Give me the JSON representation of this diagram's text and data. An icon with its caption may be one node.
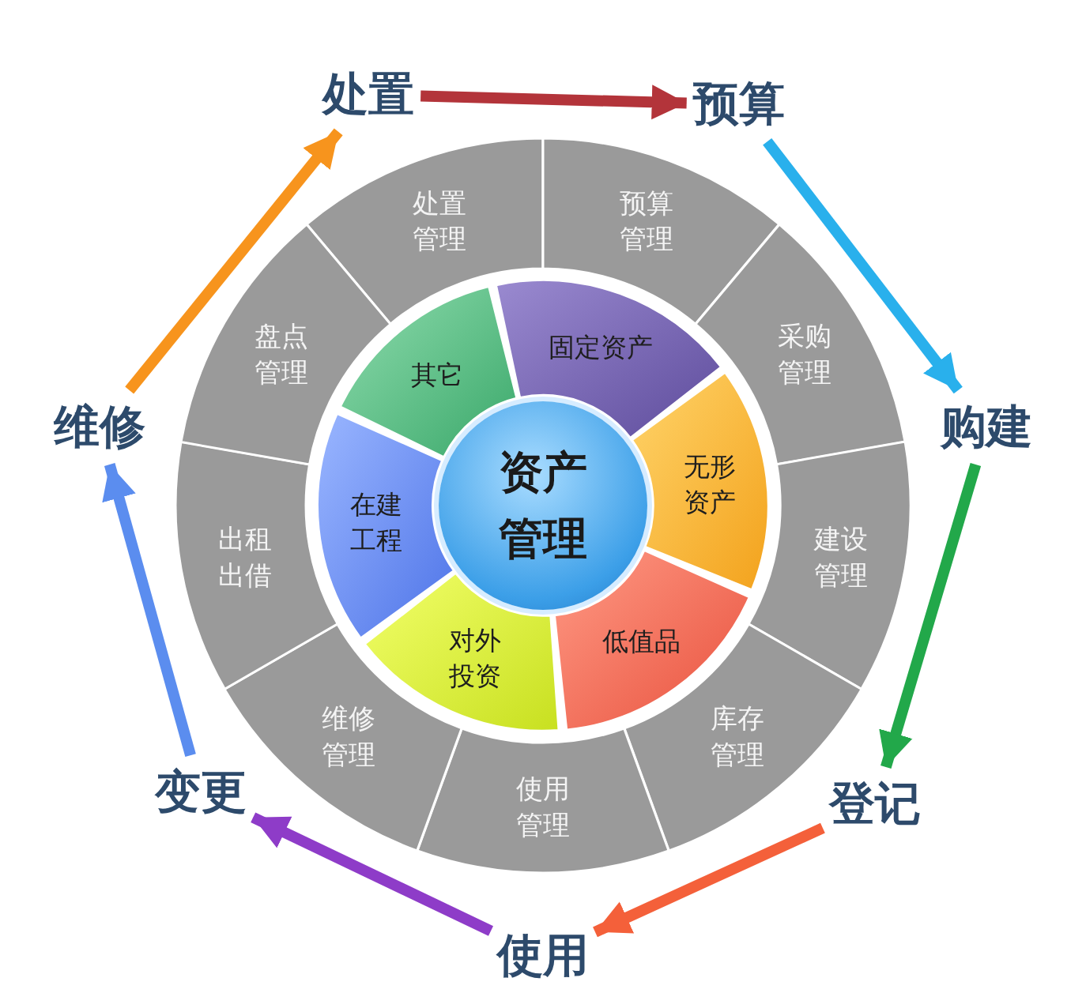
{
  "diagram": {
    "nodes": [
      {
        "text": [
          "处置"
        ]
      },
      {
        "text": [
          "预算"
        ]
      },
      {
        "text": [
          "购建"
        ]
      },
      {
        "text": [
          "登记"
        ]
      },
      {
        "text": [
          "使用"
        ]
      },
      {
        "text": [
          "变更"
        ]
      },
      {
        "text": [
          "维修"
        ]
      },
      {
        "text": [
          "处置管理"
        ]
      },
      {
        "text": [
          "预算管理"
        ]
      },
      {
        "text": [
          "采购管理"
        ]
      },
      {
        "text": [
          "建设管理"
        ]
      },
      {
        "text": [
          "库存管理"
        ]
      },
      {
        "text": [
          "使用管理"
        ]
      },
      {
        "text": [
          "维修管理"
        ]
      },
      {
        "text": [
          "出租出借"
        ]
      },
      {
        "text": [
          "盘点管理"
        ]
      },
      {
        "text": [
          "固定资产"
        ]
      },
      {
        "text": [
          "无形资产"
        ]
      },
      {
        "text": [
          "低值品"
        ]
      },
      {
        "text": [
          "对外投资"
        ]
      },
      {
        "text": [
          "在建工程"
        ]
      },
      {
        "text": [
          "其它"
        ]
      },
      {
        "text": [
          "资产管理"
        ]
      }
    ],
    "edges": [
      {
        "from": 0,
        "to": 1,
        "arrow": "to",
        "color": "#b3343a"
      },
      {
        "from": 1,
        "to": 2,
        "arrow": "to",
        "color": "#29b0ec"
      },
      {
        "from": 2,
        "to": 3,
        "arrow": "to",
        "color": "#22a84a"
      },
      {
        "from": 3,
        "to": 4,
        "arrow": "to",
        "color": "#f4603a"
      },
      {
        "from": 4,
        "to": 5,
        "arrow": "to",
        "color": "#8e3cc8"
      },
      {
        "from": 5,
        "to": 6,
        "arrow": "to",
        "color": "#5b8def"
      },
      {
        "from": 6,
        "to": 0,
        "arrow": "to",
        "color": "#f7941d"
      }
    ]
  }
}
